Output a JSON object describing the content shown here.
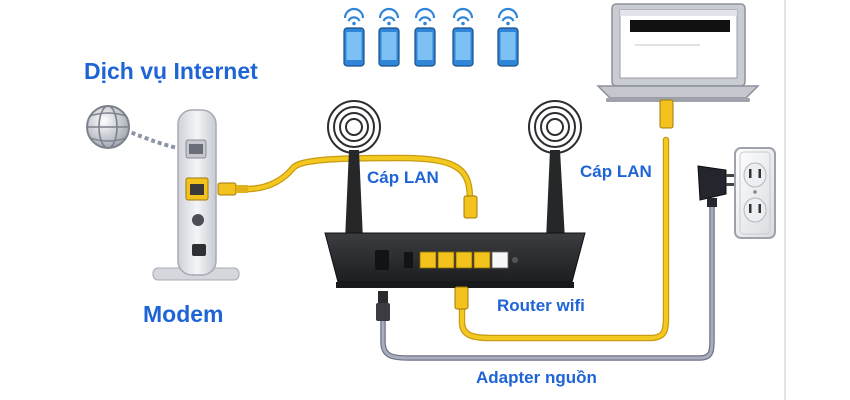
{
  "labels": {
    "internet_service": "Dịch vụ Internet",
    "modem": "Modem",
    "lan_cable_1": "Cáp LAN",
    "lan_cable_2": "Cáp LAN",
    "router": "Router wifi",
    "power_adapter": "Adapter nguồn"
  },
  "colors": {
    "label_text": "#1f64d6",
    "lan_cable": "#f1c21b",
    "power_cable": "#8e93a6",
    "phone_body": "#2f86d8",
    "router_body": "#2e3033",
    "modem_body": "#e9eaee",
    "port_yellow": "#f4c21d"
  },
  "icons": {
    "globe": "globe-icon",
    "phones": "smartphone-icon",
    "wifi": "wifi-signal-icon",
    "laptop": "laptop-icon",
    "outlet": "wall-outlet-icon",
    "plug": "power-plug-icon"
  }
}
